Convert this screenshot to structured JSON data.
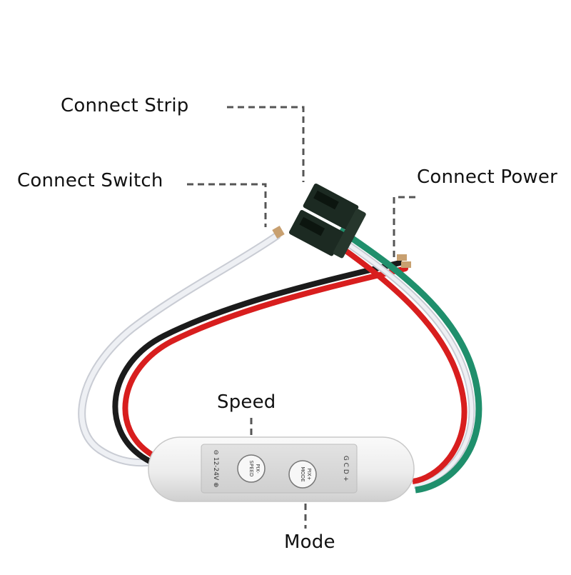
{
  "labels": {
    "connect_strip": "Connect Strip",
    "connect_switch": "Connect Switch",
    "connect_power": "Connect Power",
    "speed": "Speed",
    "mode": "Mode"
  },
  "controller": {
    "voltage_text": "⊖ 12-24V ⊕",
    "speed_button_text": "SPEED",
    "speed_button_sub": "PIX-",
    "mode_button_text": "MODE",
    "mode_button_sub": "PIX+",
    "port_text": "G C D +"
  },
  "colors": {
    "wire_white": "#e9ebf0",
    "wire_red": "#d81e1e",
    "wire_black": "#1b1b1b",
    "wire_green": "#1f8f6c",
    "connector": "#1c2a22",
    "leader_line": "#555555"
  }
}
